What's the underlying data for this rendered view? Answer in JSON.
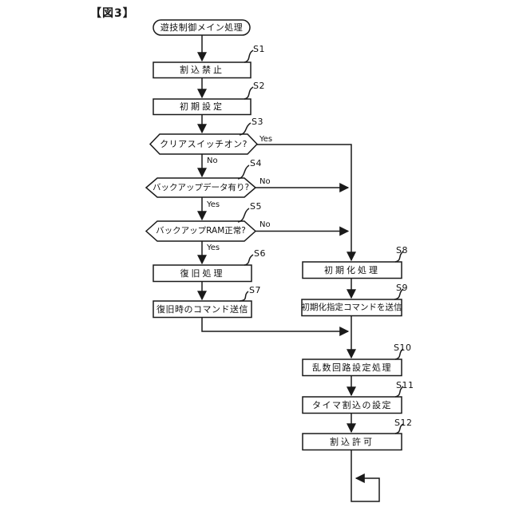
{
  "title": "【図3】",
  "colors": {
    "line": "#1a1a1a",
    "background": "#ffffff"
  },
  "nodes": {
    "start": {
      "type": "terminal",
      "label": "遊技制御メイン処理"
    },
    "s1": {
      "tag": "S1",
      "type": "process",
      "label": "割込禁止"
    },
    "s2": {
      "tag": "S2",
      "type": "process",
      "label": "初期設定"
    },
    "s3": {
      "tag": "S3",
      "type": "decision",
      "label": "クリアスイッチオン?"
    },
    "s4": {
      "tag": "S4",
      "type": "decision",
      "label": "バックアップデータ有り?"
    },
    "s5": {
      "tag": "S5",
      "type": "decision",
      "label": "バックアップRAM正常?"
    },
    "s6": {
      "tag": "S6",
      "type": "process",
      "label": "復旧処理"
    },
    "s7": {
      "tag": "S7",
      "type": "process",
      "label": "復旧時のコマンド送信"
    },
    "s8": {
      "tag": "S8",
      "type": "process",
      "label": "初期化処理"
    },
    "s9": {
      "tag": "S9",
      "type": "process",
      "label": "初期化指定コマンドを送信"
    },
    "s10": {
      "tag": "S10",
      "type": "process",
      "label": "乱数回路設定処理"
    },
    "s11": {
      "tag": "S11",
      "type": "process",
      "label": "タイマ割込の設定"
    },
    "s12": {
      "tag": "S12",
      "type": "process",
      "label": "割込許可"
    }
  },
  "branches": {
    "s3_yes": "Yes",
    "s3_no": "No",
    "s4_no": "No",
    "s4_yes": "Yes",
    "s5_no": "No",
    "s5_yes": "Yes"
  }
}
